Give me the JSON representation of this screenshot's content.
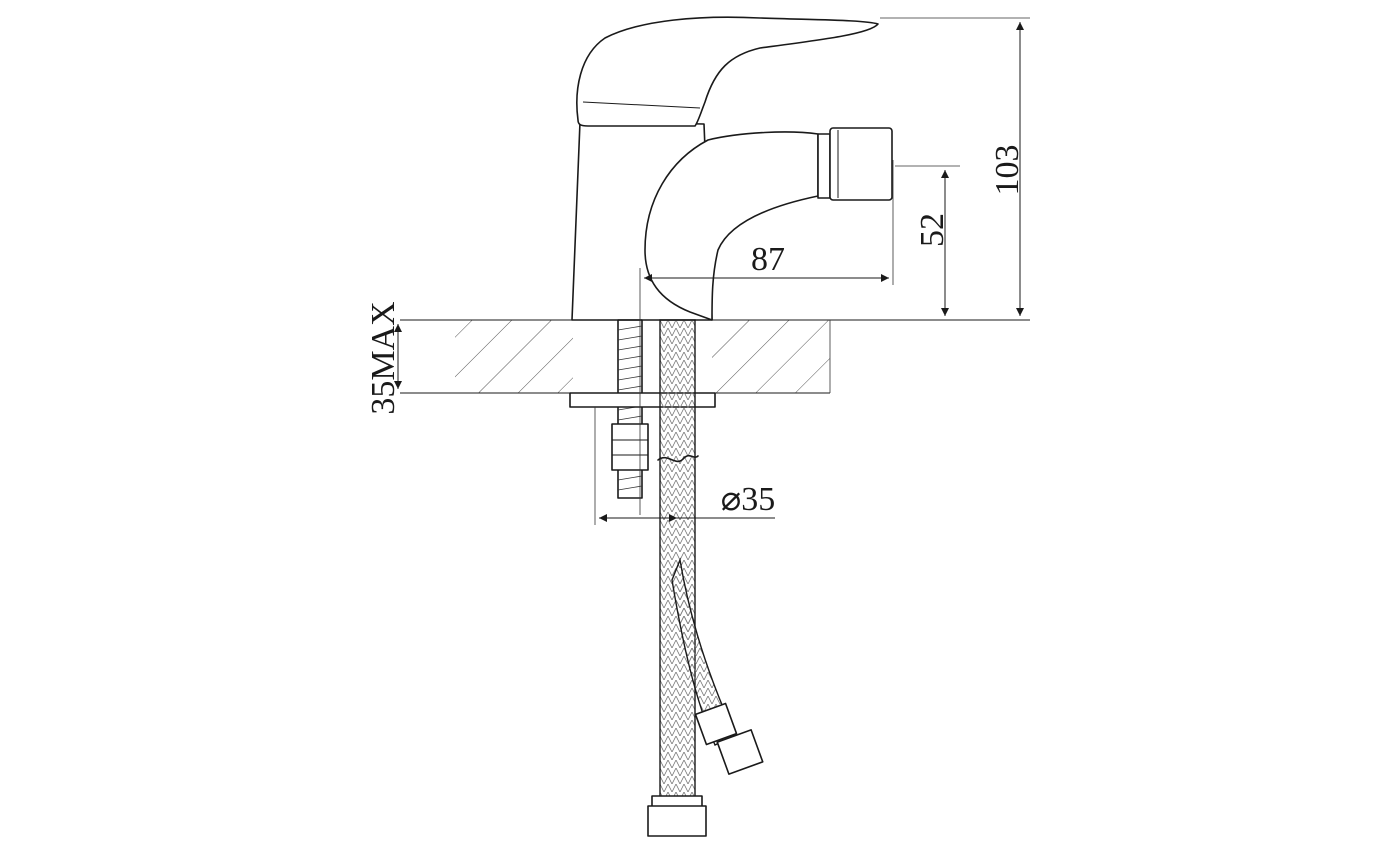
{
  "diagram": {
    "dimensions": {
      "total_height": "103",
      "spout_height": "52",
      "spout_reach": "87",
      "counter_thickness": "35MAX",
      "hole_diameter": "⌀35"
    }
  }
}
